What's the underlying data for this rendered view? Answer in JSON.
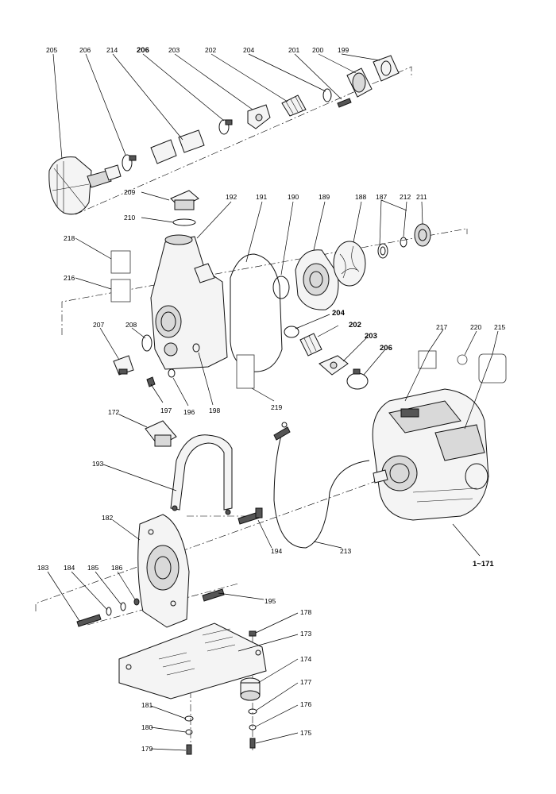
{
  "labels": {
    "p205": "205",
    "p206a": "206",
    "p214": "214",
    "p206b": "206",
    "p203a": "203",
    "p202a": "202",
    "p204a": "204",
    "p201": "201",
    "p200": "200",
    "p199": "199",
    "p209": "209",
    "p210": "210",
    "p192": "192",
    "p191": "191",
    "p190": "190",
    "p189": "189",
    "p188": "188",
    "p187": "187",
    "p212": "212",
    "p211": "211",
    "p218": "218",
    "p216": "216",
    "p207": "207",
    "p208": "208",
    "p204b": "204",
    "p202b": "202",
    "p203b": "203",
    "p206c": "206",
    "p217": "217",
    "p220": "220",
    "p215": "215",
    "p197": "197",
    "p196": "196",
    "p198": "198",
    "p219": "219",
    "p172": "172",
    "p193": "193",
    "p182": "182",
    "p194": "194",
    "p213": "213",
    "p1_171": "1~171",
    "p183": "183",
    "p184": "184",
    "p185": "185",
    "p186": "186",
    "p195": "195",
    "p178": "178",
    "p173": "173",
    "p174": "174",
    "p177": "177",
    "p181": "181",
    "p176": "176",
    "p180": "180",
    "p175": "175",
    "p179": "179"
  }
}
